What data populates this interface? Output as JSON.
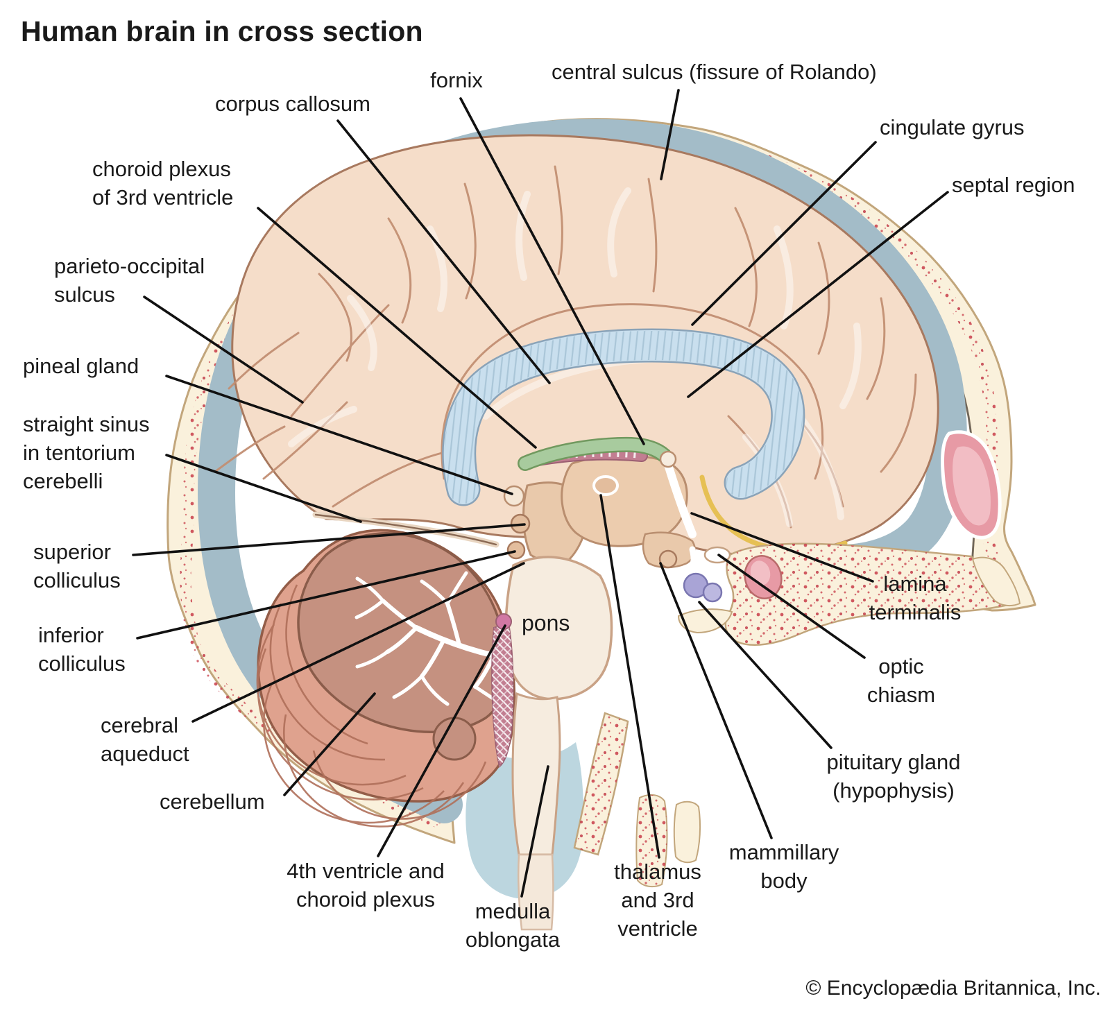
{
  "title": "Human brain in cross section",
  "credit": "© Encyclopædia Britannica, Inc.",
  "diagram": {
    "inline_label": {
      "id": "pons",
      "text": "pons"
    },
    "labels": [
      {
        "id": "fornix",
        "lines": [
          "fornix"
        ]
      },
      {
        "id": "central-sulcus",
        "lines": [
          "central sulcus (fissure of Rolando)"
        ]
      },
      {
        "id": "corpus-callosum",
        "lines": [
          "corpus callosum"
        ]
      },
      {
        "id": "cingulate-gyrus",
        "lines": [
          "cingulate gyrus"
        ]
      },
      {
        "id": "septal-region",
        "lines": [
          "septal region"
        ]
      },
      {
        "id": "choroid-plexus-3rd",
        "lines": [
          "choroid plexus",
          "of 3rd ventricle"
        ]
      },
      {
        "id": "parieto-occipital",
        "lines": [
          "parieto-occipital",
          "sulcus"
        ]
      },
      {
        "id": "pineal-gland",
        "lines": [
          "pineal gland"
        ]
      },
      {
        "id": "straight-sinus",
        "lines": [
          "straight sinus",
          "in tentorium",
          "cerebelli"
        ]
      },
      {
        "id": "superior-colliculus",
        "lines": [
          "superior",
          "colliculus"
        ]
      },
      {
        "id": "inferior-colliculus",
        "lines": [
          "inferior",
          "colliculus"
        ]
      },
      {
        "id": "cerebral-aqueduct",
        "lines": [
          "cerebral",
          "aqueduct"
        ]
      },
      {
        "id": "cerebellum",
        "lines": [
          "cerebellum"
        ]
      },
      {
        "id": "fourth-ventricle",
        "lines": [
          "4th ventricle and",
          "choroid plexus"
        ]
      },
      {
        "id": "medulla-oblongata",
        "lines": [
          "medulla",
          "oblongata"
        ]
      },
      {
        "id": "thalamus-3rd-ventricle",
        "lines": [
          "thalamus",
          "and 3rd",
          "ventricle"
        ]
      },
      {
        "id": "mammillary-body",
        "lines": [
          "mammillary",
          "body"
        ]
      },
      {
        "id": "pituitary-gland",
        "lines": [
          "pituitary gland",
          "(hypophysis)"
        ]
      },
      {
        "id": "optic-chiasm",
        "lines": [
          "optic",
          "chiasm"
        ]
      },
      {
        "id": "lamina-terminalis",
        "lines": [
          "lamina",
          "terminalis"
        ]
      }
    ]
  },
  "colors": {
    "ink": "#1a1a1a",
    "bone": "#faf1dc",
    "bone_outline": "#c2a67c",
    "diploe_red": "#cb4751",
    "csf": "#a3bcc8",
    "csf_pool": "#bcd6df",
    "brain": "#f5ddc9",
    "sulci": "#c28f73",
    "brain_outline": "#a8795f",
    "corpus_callosum": "#c9dfee",
    "cc_edge": "#8aa3b8",
    "fornix_green": "#a8cb9e",
    "choroid_mauve": "#c27e91",
    "thalamus_tan": "#ecccae",
    "brainstem": "#f6ecdf",
    "cerebellum_cortex": "#dfa28e",
    "cerebellum_vermis": "#c59180",
    "arbor_vitae": "#ffffff",
    "pituitary_purple": "#a9a4d6",
    "sinus_pink": "#e79aa5",
    "lamina_yellow": "#e6c054"
  }
}
